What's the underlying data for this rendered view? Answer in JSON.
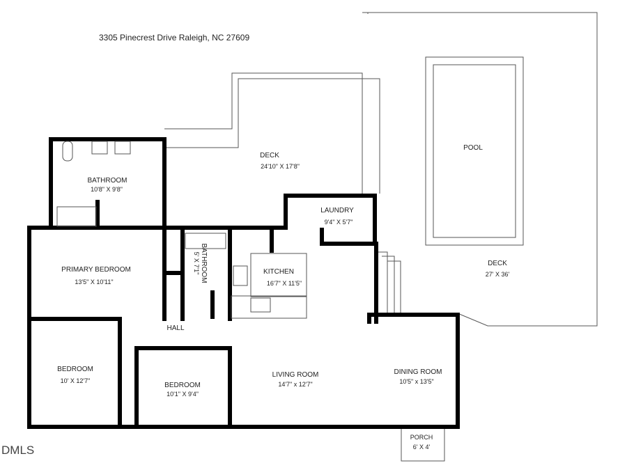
{
  "address": "3305 Pinecrest Drive  Raleigh, NC  27609",
  "watermark": "DMLS",
  "rooms": [
    {
      "name": "DECK",
      "size": "24'10\" X 17'8\""
    },
    {
      "name": "POOL",
      "size": ""
    },
    {
      "name": "DECK",
      "size": "27' X 36'"
    },
    {
      "name": "BATHROOM",
      "size": "10'8\" X 9'8\""
    },
    {
      "name": "LAUNDRY",
      "size": "9'4\" X 5'7\""
    },
    {
      "name": "PRIMARY BEDROOM",
      "size": "13'5\" X 10'11\""
    },
    {
      "name": "BATHROOM",
      "size": "5' X 7'1\""
    },
    {
      "name": "KITCHEN",
      "size": "16'7\" X 11'5\""
    },
    {
      "name": "HALL",
      "size": ""
    },
    {
      "name": "BEDROOM",
      "size": "10' X 12'7\""
    },
    {
      "name": "BEDROOM",
      "size": "10'1\" X 9'4\""
    },
    {
      "name": "LIVING ROOM",
      "size": "14'7\" x 12'7\""
    },
    {
      "name": "DINING ROOM",
      "size": "10'5\" x 13'5\""
    },
    {
      "name": "PORCH",
      "size": "6' X 4'"
    }
  ]
}
